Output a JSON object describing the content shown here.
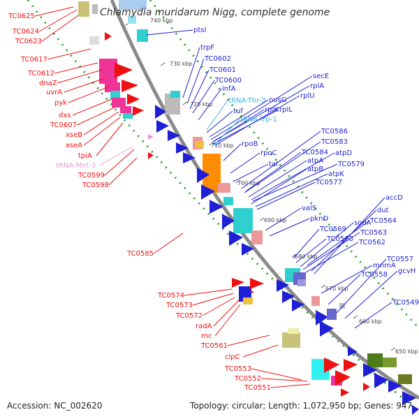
{
  "title": "Chlamydia muridarum Nigg, complete genome",
  "accession": "Accession: NC_002620",
  "topology": "Topology: circular; Length: 1,072,950 bp; Genes: 947",
  "colors": {
    "forward_strand": "#1f1fd6",
    "reverse_strand": "#ee1111",
    "trna": "#33b5e5",
    "trna_met": "#e79ad0",
    "backbone": "#888888",
    "dots": "#2aa02a"
  },
  "kbp_ticks": [
    "740 kbp",
    "730 kbp",
    "720 kbp",
    "710 kbp",
    "700 kbp",
    "690 kbp",
    "680 kbp",
    "670 kbp",
    "660 kbp",
    "650 kbp"
  ],
  "left_labels": [
    "TC0625",
    "TC0624",
    "TC0623",
    "TC0617",
    "TC0612",
    "dnaZ",
    "uvrA",
    "pyk",
    "dxs",
    "TC0607",
    "xseB",
    "xseA",
    "tpiA",
    "tRNA-Met-3",
    "TC0599",
    "TC0598",
    "TC0585",
    "TC0574",
    "TC0573",
    "TC0572",
    "radA",
    "rnc",
    "TC0561",
    "clpC",
    "TC0553",
    "TC0552",
    "TC0551"
  ],
  "right_labels": [
    "ptsI",
    "trpF",
    "TC0602",
    "TC0601",
    "TC0600",
    "infA",
    "tRNA-Thr-3",
    "nusG",
    "rplA",
    "rplK",
    "rplL",
    "rplU",
    "secE",
    "tuf",
    "tRNA-Trp-1",
    "rpoB",
    "rpoC",
    "tal",
    "TC0584",
    "atpD",
    "atpA",
    "atpB",
    "TC0579",
    "TC0583",
    "atpK",
    "TC0577",
    "TC0586",
    "valS",
    "pknD",
    "TC0569",
    "TC0568",
    "sodA",
    "TC0563",
    "TC0562",
    "TC0564",
    "dut",
    "accD",
    "mnmA",
    "TC0558",
    "TC0557",
    "gcvH",
    "TC0549"
  ]
}
